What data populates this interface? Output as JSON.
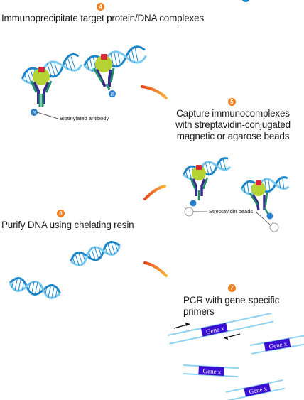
{
  "colors": {
    "badge": "#f07d1e",
    "dna_dark": "#1d86c9",
    "dna_light": "#7cc9ee",
    "antibody_green": "#1f8f6a",
    "antibody_purple": "#3a2a8c",
    "protein": "#b6d334",
    "protein_tag": "#d9283a",
    "biotin": "#2a7fd0",
    "gene_box": "#3a0fd0",
    "primer_line": "#8fd3f0",
    "arrow": "#f08a2a"
  },
  "steps": [
    {
      "number": "4",
      "label": "Immunoprecipitate target protein/DNA complexes"
    },
    {
      "number": "5",
      "label_lines": [
        "Capture immunocomplexes",
        "with streptavidin-conjugated",
        "magnetic or agarose beads"
      ]
    },
    {
      "number": "6",
      "label": "Purify DNA using chelating resin"
    },
    {
      "number": "7",
      "label": "PCR with gene-specific primers"
    }
  ],
  "callouts": {
    "biotinylated_antibody": "Biotinylated antibody",
    "streptavidin_beads": "Streptavidin beads"
  },
  "gene_label": "Gene x"
}
